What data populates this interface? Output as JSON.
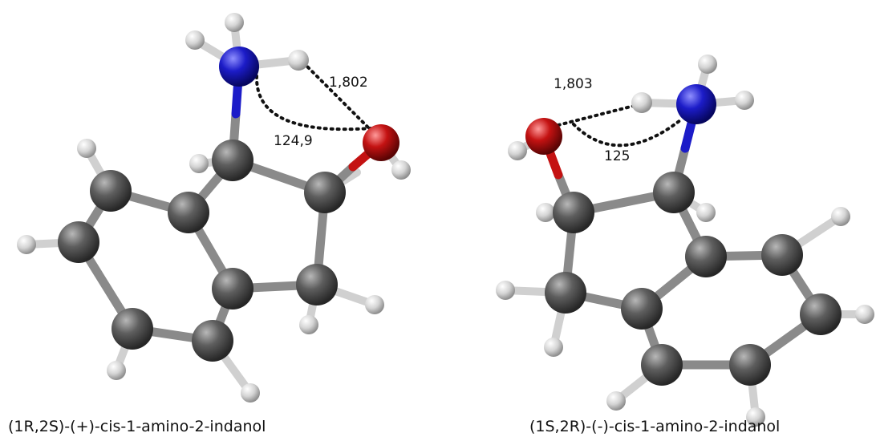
{
  "molecules": [
    {
      "name": "(1R,2S)-(+)-cis-1-amino-2-indanol",
      "hbond_distance": "1,802",
      "angle": "124,9"
    },
    {
      "name": "(1S,2R)-(-)-cis-1-amino-2-indanol",
      "hbond_distance": "1,803",
      "angle": "125"
    }
  ],
  "colors": {
    "carbon": "#4a4a4a",
    "hydrogen": "#d9d9d9",
    "nitrogen": "#1a1aa8",
    "oxygen": "#b01010",
    "bond": "#8a8a8a"
  }
}
